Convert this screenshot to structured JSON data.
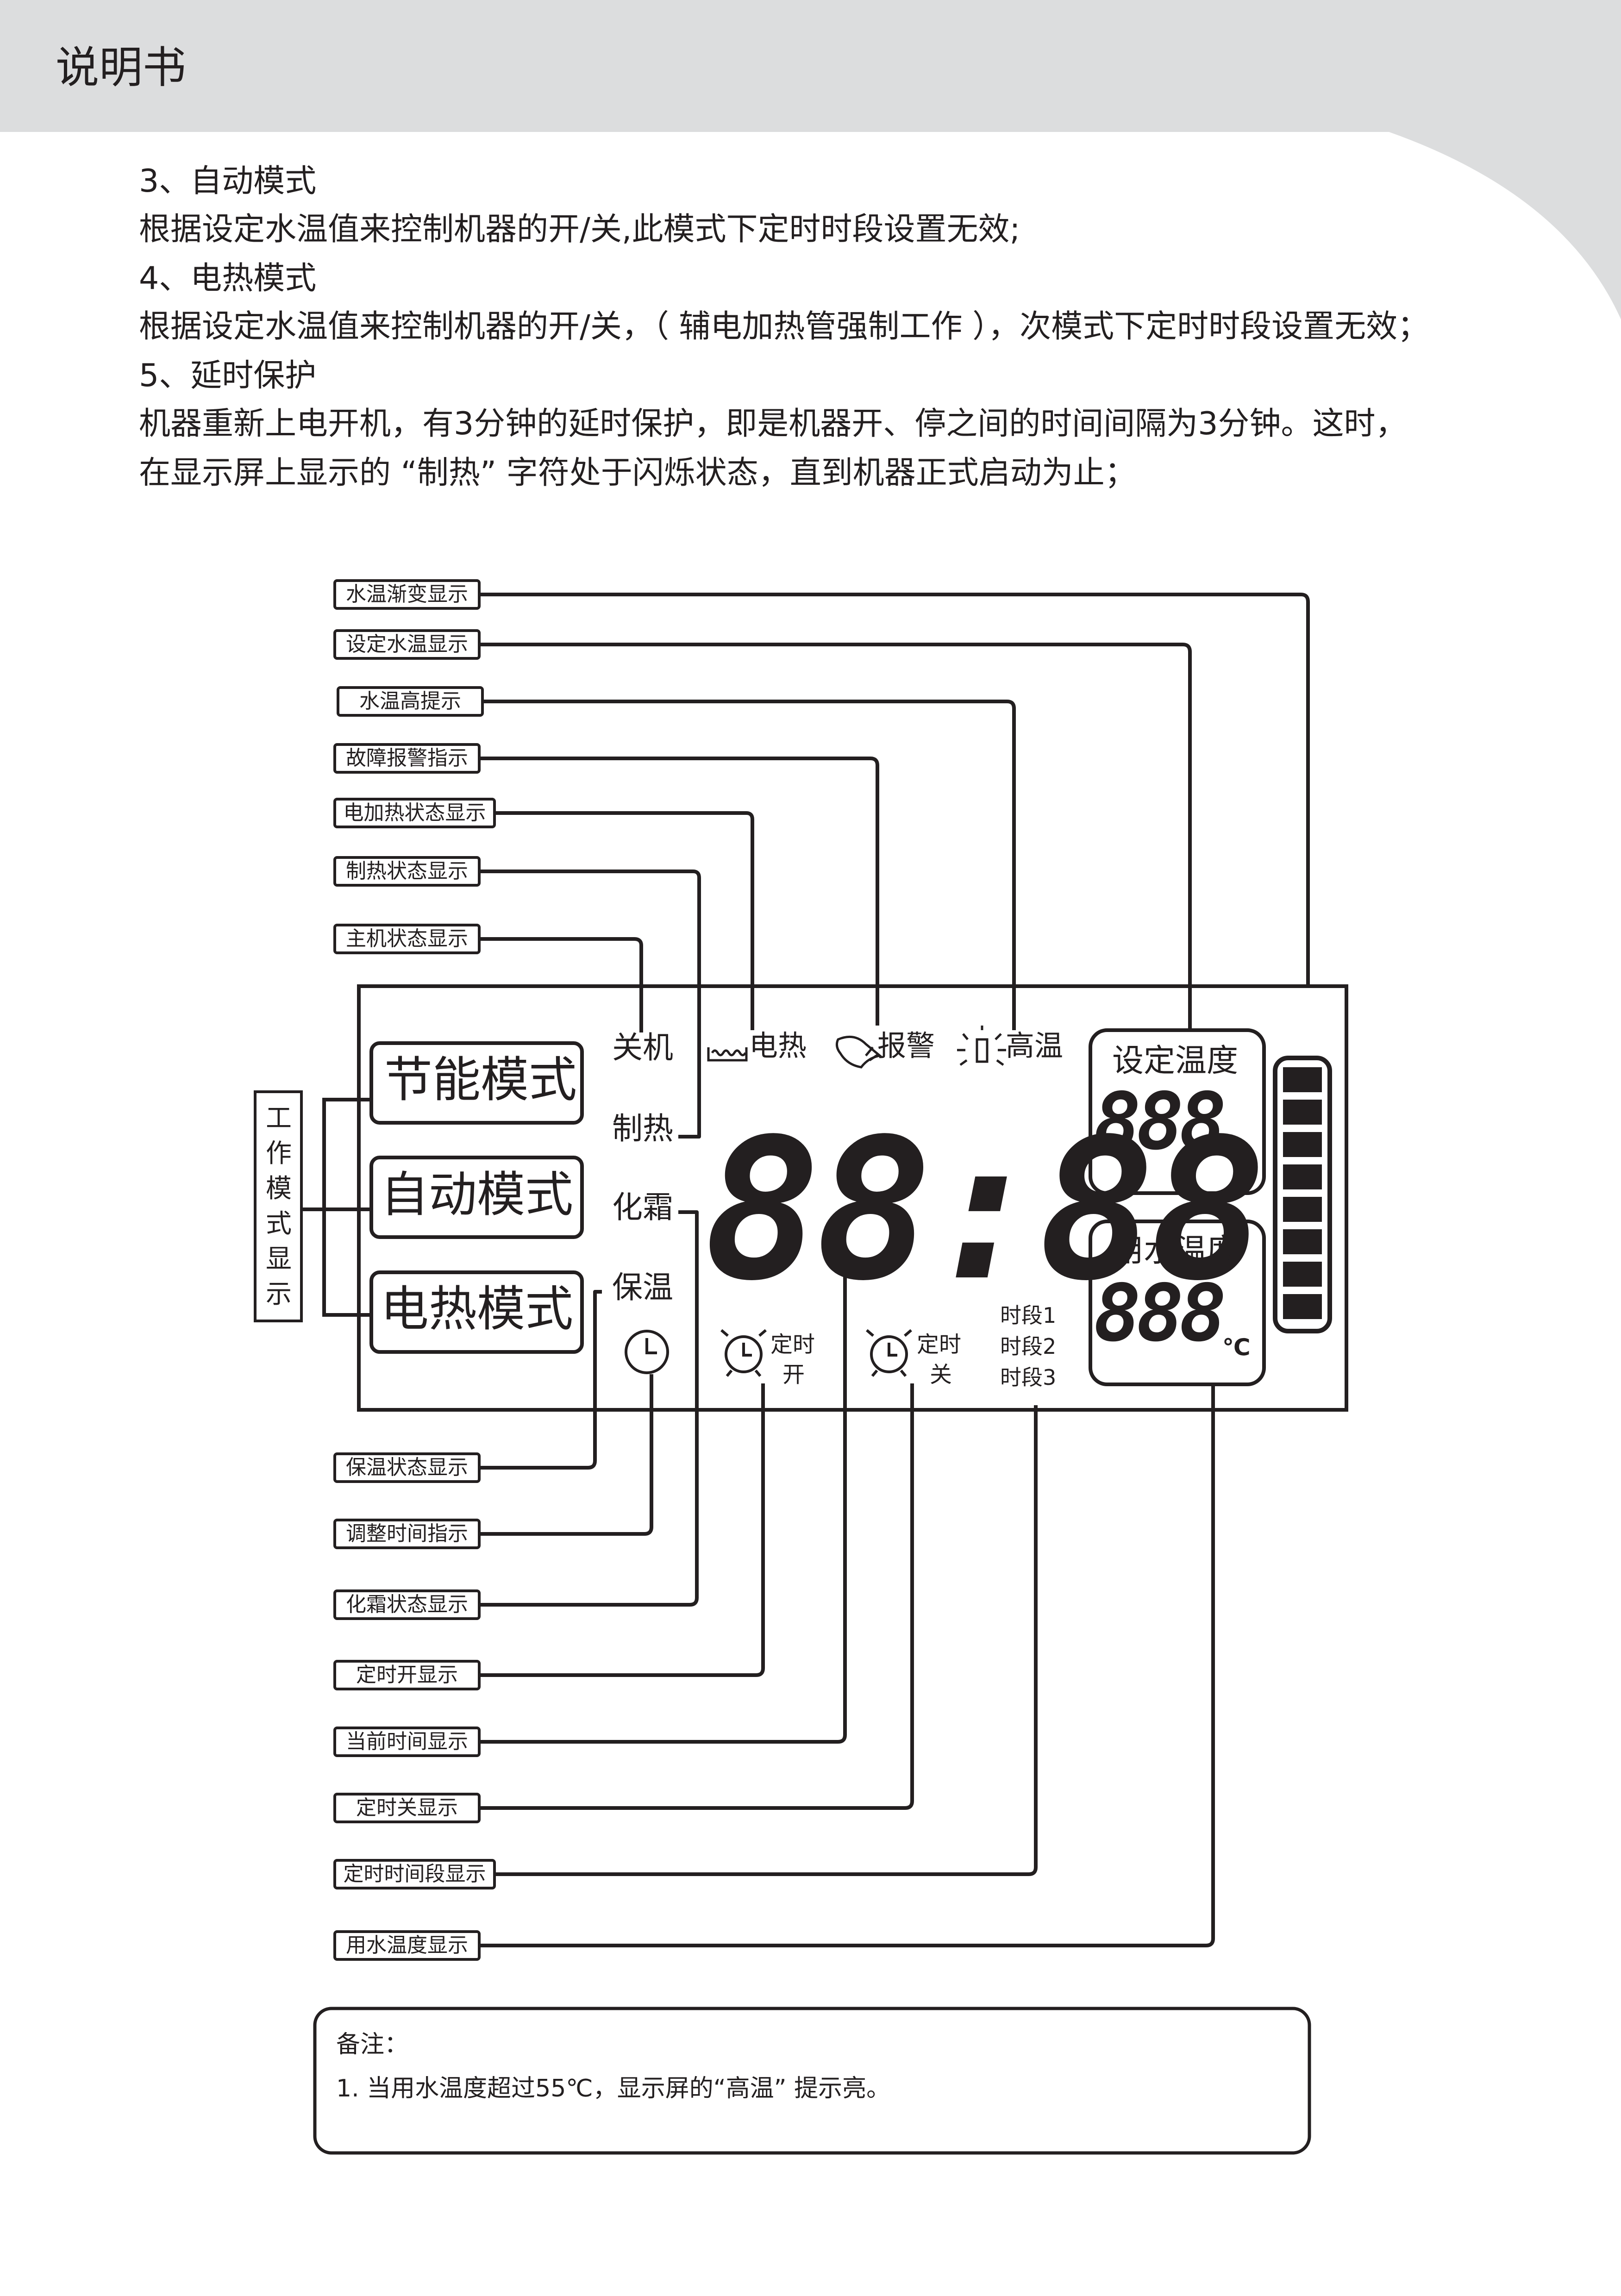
{
  "header": {
    "title": "说明书"
  },
  "paragraphs": [
    "3、自动模式",
    "根据设定水温值来控制机器的开/关,此模式下定时时段设置无效;",
    "4、电热模式",
    "根据设定水温值来控制机器的开/关，（ 辅电加热管强制工作 ），次模式下定时时段设置无效；",
    "5、延时保护",
    "机器重新上电开机，有3分钟的延时保护，即是机器开、停之间的时间间隔为3分钟。这时，",
    "在显示屏上显示的 “制热” 字符处于闪烁状态，直到机器正式启动为止；"
  ],
  "callouts": {
    "top": [
      "水温渐变显示",
      "设定水温显示",
      "水温高提示",
      "故障报警指示",
      "电加热状态显示",
      "制热状态显示",
      "主机状态显示"
    ],
    "bottom": [
      "保温状态显示",
      "调整时间指示",
      "化霜状态显示",
      "定时开显示",
      "当前时间显示",
      "定时关显示",
      "定时时间段显示",
      "用水温度显示"
    ],
    "side": "工作模式显示"
  },
  "lcd": {
    "modes": [
      "节能模式",
      "自动模式",
      "电热模式"
    ],
    "status": [
      "关机",
      "制热",
      "化霜",
      "保温"
    ],
    "icons": {
      "elec_heat": "电热",
      "alarm": "报警",
      "high_temp": "高温"
    },
    "clock": "88:88",
    "timer_on": [
      "定时",
      "开"
    ],
    "timer_off": [
      "定时",
      "关"
    ],
    "periods": [
      "时段1",
      "时段2",
      "时段3"
    ],
    "set_temp": {
      "label": "设定温度",
      "value": "888",
      "unit": "℃"
    },
    "water_temp": {
      "label": "用水温度",
      "value": "888",
      "unit": "℃"
    },
    "level_bar_segments": 8
  },
  "note": {
    "title": "备注：",
    "line": "1. 当用水温度超过55℃，显示屏的“高温” 提示亮。"
  }
}
